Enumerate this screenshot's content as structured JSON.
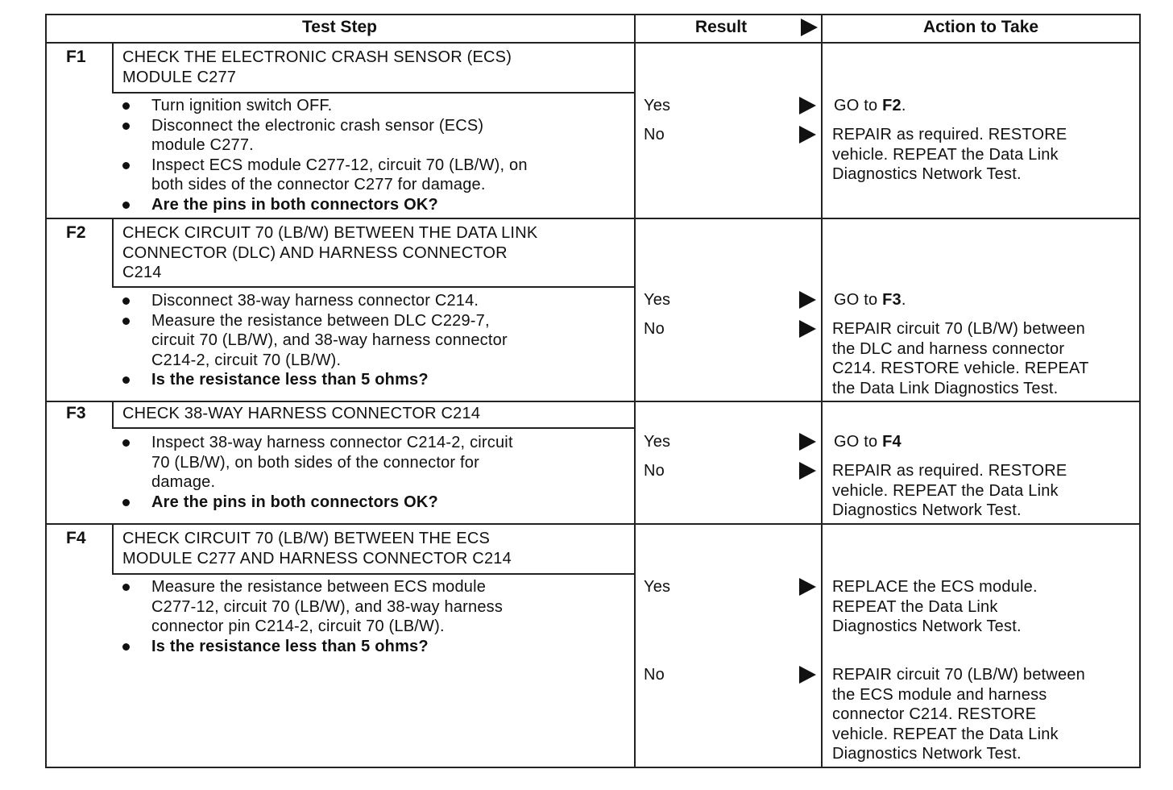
{
  "header": {
    "test_step": "Test Step",
    "result": "Result",
    "action": "Action to Take"
  },
  "steps": [
    {
      "id": "F1",
      "title": [
        "CHECK THE ELECTRONIC CRASH SENSOR (ECS)",
        "MODULE C277"
      ],
      "bullets": [
        [
          "Turn ignition switch OFF."
        ],
        [
          "Disconnect the electronic crash sensor (ECS)",
          "module C277."
        ],
        [
          "Inspect ECS module C277-12, circuit 70 (LB/W), on",
          "both sides of the connector C277 for damage."
        ],
        [
          "Are the pins in both connectors OK?"
        ]
      ],
      "results": [
        {
          "label": "Yes",
          "action_prefix": "GO to ",
          "action_bold": "F2",
          "action_suffix": ".",
          "action_lines": []
        },
        {
          "label": "No",
          "action_lines": [
            "REPAIR as required. RESTORE",
            "vehicle. REPEAT the Data Link",
            "Diagnostics Network Test."
          ]
        }
      ]
    },
    {
      "id": "F2",
      "title": [
        "CHECK CIRCUIT 70 (LB/W) BETWEEN THE DATA LINK",
        "CONNECTOR (DLC) AND HARNESS CONNECTOR",
        "C214"
      ],
      "bullets": [
        [
          "Disconnect 38-way harness connector C214."
        ],
        [
          "Measure the resistance between DLC C229-7,",
          "circuit 70 (LB/W), and 38-way harness connector",
          "C214-2, circuit 70 (LB/W)."
        ],
        [
          "Is the resistance less than 5 ohms?"
        ]
      ],
      "results": [
        {
          "label": "Yes",
          "action_prefix": "GO to ",
          "action_bold": "F3",
          "action_suffix": ".",
          "action_lines": []
        },
        {
          "label": "No",
          "action_lines": [
            "REPAIR circuit 70 (LB/W) between",
            "the DLC and harness connector",
            "C214. RESTORE vehicle. REPEAT",
            "the Data Link Diagnostics Test."
          ]
        }
      ]
    },
    {
      "id": "F3",
      "title": [
        "CHECK 38-WAY HARNESS CONNECTOR C214"
      ],
      "bullets": [
        [
          "Inspect 38-way harness connector C214-2, circuit",
          "70 (LB/W), on both sides of the connector for",
          "damage."
        ],
        [
          "Are the pins in both connectors OK?"
        ]
      ],
      "results": [
        {
          "label": "Yes",
          "action_prefix": "GO to ",
          "action_bold": "F4",
          "action_suffix": "",
          "action_lines": []
        },
        {
          "label": "No",
          "action_lines": [
            "REPAIR as required. RESTORE",
            "vehicle. REPEAT the Data Link",
            "Diagnostics Network Test."
          ]
        }
      ]
    },
    {
      "id": "F4",
      "title": [
        "CHECK CIRCUIT 70 (LB/W) BETWEEN THE ECS",
        "MODULE C277 AND HARNESS CONNECTOR C214"
      ],
      "bullets": [
        [
          "Measure the resistance between ECS module",
          "C277-12, circuit 70 (LB/W), and 38-way harness",
          "connector pin C214-2, circuit 70 (LB/W)."
        ],
        [
          "Is the resistance less than 5 ohms?"
        ]
      ],
      "results": [
        {
          "label": "Yes",
          "action_lines": [
            "REPLACE the ECS module.",
            "REPEAT the Data Link",
            "Diagnostics Network Test."
          ]
        },
        {
          "label": "No",
          "action_lines": [
            "REPAIR circuit 70 (LB/W) between",
            "the ECS module and harness",
            "connector C214. RESTORE",
            "vehicle. REPEAT the Data Link",
            "Diagnostics Network Test."
          ]
        }
      ]
    }
  ]
}
